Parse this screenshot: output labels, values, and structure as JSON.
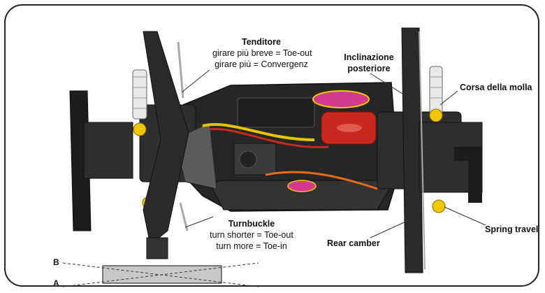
{
  "labels": {
    "tenditore": {
      "title": "Tenditore",
      "line1": "girare più breve = Toe-out",
      "line2": "girare più = Convergenz"
    },
    "inclinazione": {
      "line1": "Inclinazione",
      "line2": "posteriore"
    },
    "corsa": "Corsa della molla",
    "turnbuckle": {
      "title": "Turnbuckle",
      "line1": "turn shorter = Toe-out",
      "line2": "turn more = Toe-in"
    },
    "rear_camber": "Rear camber",
    "spring_travel": "Spring travel"
  },
  "toe_diagram": {
    "label_b": "B",
    "label_a": "A"
  },
  "colors": {
    "chassis": "#2b2b2b",
    "motor": "#c8281e",
    "spring": "#e8e8e8",
    "collar": "#f2c600",
    "leader": "#333333"
  }
}
